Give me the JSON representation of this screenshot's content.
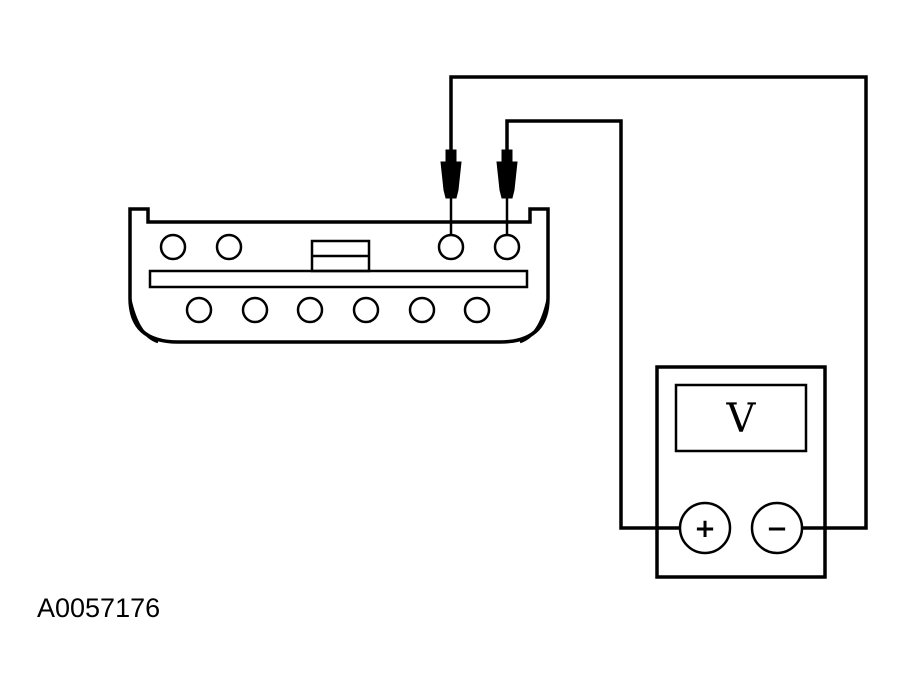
{
  "figure_id": "A0057176",
  "meter": {
    "display_symbol": "V",
    "positive_symbol": "+",
    "negative_symbol": "−"
  },
  "connector": {
    "top_row_pins": 4,
    "bottom_row_pins": 6
  },
  "colors": {
    "line": "#000000",
    "background": "#ffffff"
  }
}
